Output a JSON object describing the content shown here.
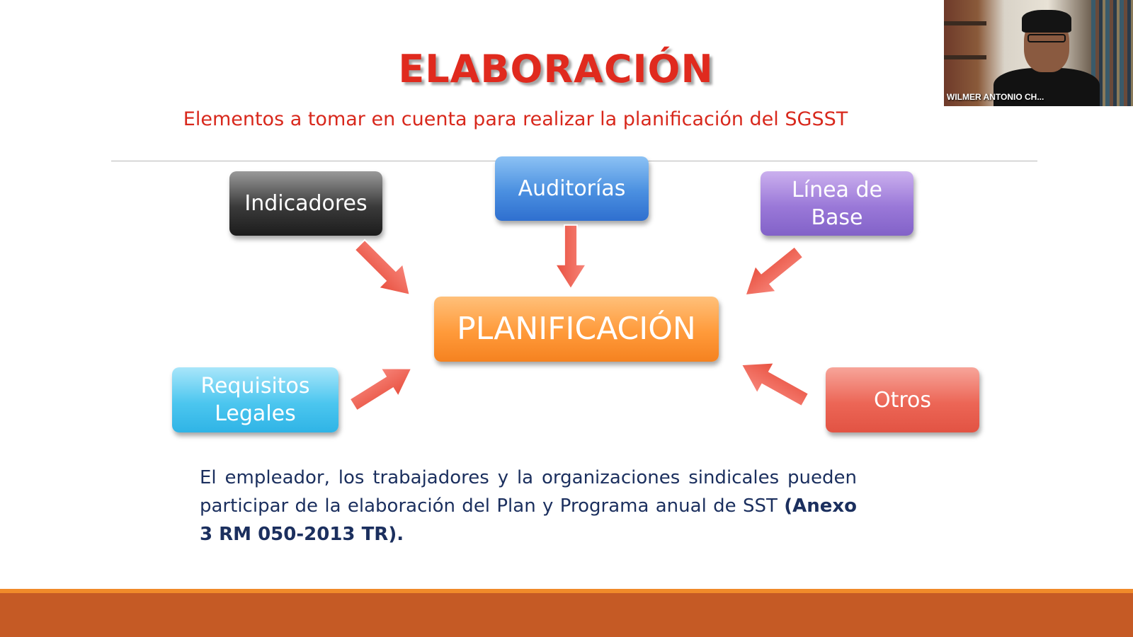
{
  "slide": {
    "title": "ELABORACIÓN",
    "subtitle": "Elementos a tomar en cuenta para realizar la planificación del SGSST"
  },
  "diagram": {
    "center": "PLANIFICACIÓN",
    "nodes": {
      "indicadores": {
        "label": "Indicadores",
        "color": "#3a3a3a"
      },
      "auditorias": {
        "label": "Auditorías",
        "color": "#4a8fe0"
      },
      "linea_base": {
        "line1": "Línea de",
        "line2": "Base",
        "color": "#9a78d8"
      },
      "requisitos": {
        "line1": "Requisitos",
        "line2": "Legales",
        "color": "#4cc6ef"
      },
      "otros": {
        "label": "Otros",
        "color": "#ec6656"
      }
    },
    "center_color": "#ff9a3a",
    "arrow_color": "#f26b5b"
  },
  "body": {
    "text": "El empleador, los trabajadores y la organizaciones sindicales pueden participar de la elaboración del Plan y Programa anual de SST",
    "reference": "(Anexo 3 RM 050-2013 TR)."
  },
  "webcam": {
    "participant_name": "WILMER ANTONIO CH..."
  },
  "theme": {
    "accent_bar": "#c55a25",
    "accent_line": "#f08a2a"
  }
}
